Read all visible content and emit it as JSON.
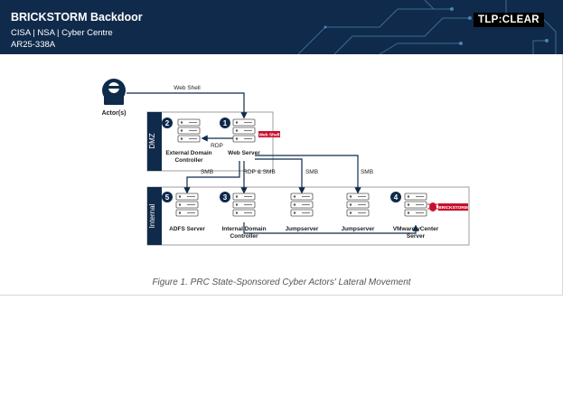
{
  "header": {
    "title": "BRICKSTORM Backdoor",
    "agencies": "CISA | NSA | Cyber Centre",
    "report_id": "AR25-338A",
    "tlp": "TLP:CLEAR"
  },
  "diagram": {
    "actor_label": "Actor(s)",
    "web_shell_edge": "Web Shell",
    "rdp_edge": "RDP",
    "smb_edge_1": "SMB",
    "rdp_smb_edge": "RDP & SMB",
    "smb_edge_2": "SMB",
    "smb_edge_3": "SMB",
    "dmz_label": "DMZ",
    "internal_label": "Internal",
    "web_shell_badge": "Web Shell",
    "brickstorm_badge": "BRICKSTORM",
    "colors": {
      "navy": "#0f2a4a",
      "red": "#c8102e"
    },
    "dmz_nodes": [
      {
        "num": "2",
        "label_1": "External Domain",
        "label_2": "Controller"
      },
      {
        "num": "1",
        "label_1": "Web Server",
        "label_2": ""
      }
    ],
    "internal_nodes": [
      {
        "num": "5",
        "label_1": "ADFS Server",
        "label_2": ""
      },
      {
        "num": "3",
        "label_1": "Internal Domain",
        "label_2": "Controller"
      },
      {
        "num": "",
        "label_1": "Jumpserver",
        "label_2": ""
      },
      {
        "num": "",
        "label_1": "Jumpserver",
        "label_2": ""
      },
      {
        "num": "4",
        "label_1": "VMware vCenter",
        "label_2": "Server"
      }
    ]
  },
  "caption": "Figure 1. PRC State-Sponsored Cyber Actors' Lateral Movement"
}
